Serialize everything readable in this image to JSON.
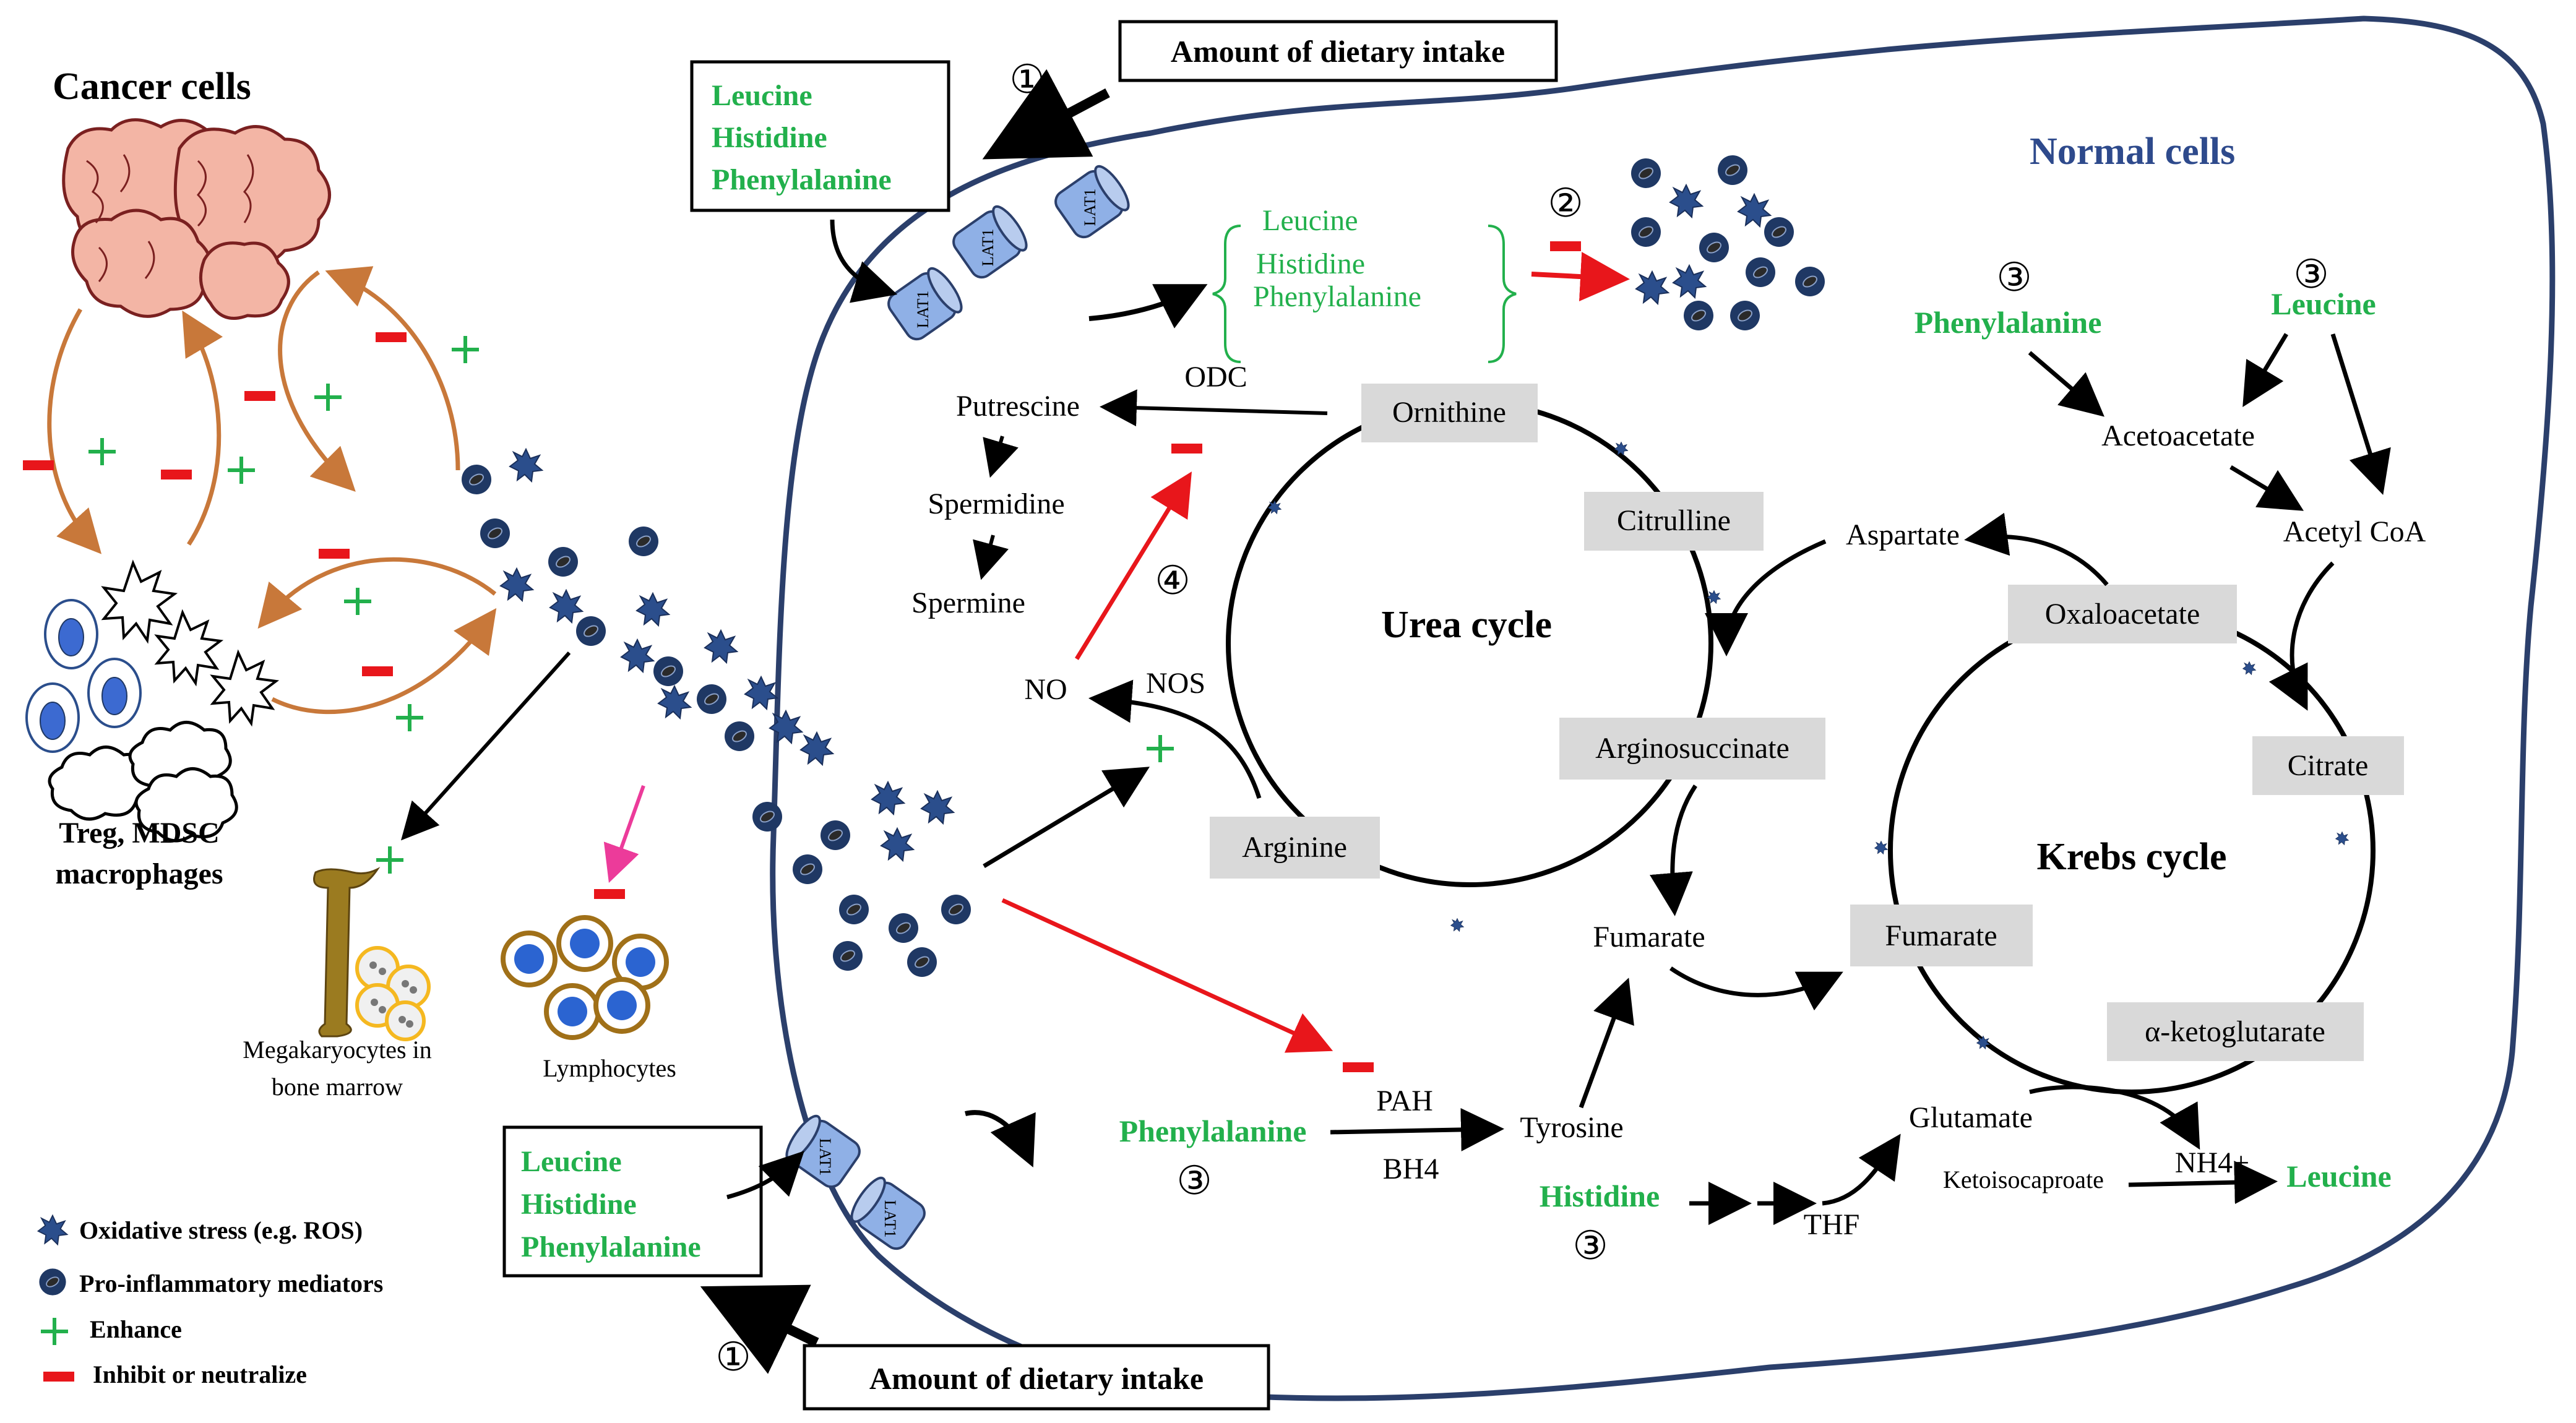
{
  "title_cancer": "Cancer cells",
  "title_normal": "Normal cells",
  "immune_label_1": "Treg, MDSC",
  "immune_label_2": "macrophages",
  "megakaryocyte_label_1": "Megakaryocytes  in",
  "megakaryocyte_label_2": "bone marrow",
  "lymphocyte_label": "Lymphocytes",
  "intake_top": "Amount  of dietary intake",
  "intake_bottom": "Amount  of dietary intake",
  "box_top": [
    "Leucine",
    "Histidine",
    "Phenylalanine"
  ],
  "box_bottom": [
    "Leucine",
    "Histidine",
    "Phenylalanine"
  ],
  "transporter_label": "LAT1",
  "intracellular_aa": [
    "Leucine",
    "Histidine",
    "Phenylalanine"
  ],
  "markers": {
    "m1": "①",
    "m2": "②",
    "m3": "③",
    "m4": "④"
  },
  "signs": {
    "plus": "+",
    "minus": "−"
  },
  "polyamine": {
    "putrescine": "Putrescine",
    "spermidine": "Spermidine",
    "spermine": "Spermine",
    "odc": "ODC"
  },
  "no": {
    "no": "NO",
    "nos": "NOS"
  },
  "urea": {
    "title": "Urea  cycle",
    "ornithine": "Ornithine",
    "citrulline": "Citrulline",
    "arginosuccinate": "Arginosuccinate",
    "arginine": "Arginine",
    "fumarate": "Fumarate",
    "aspartate": "Aspartate"
  },
  "krebs": {
    "title": "Krebs  cycle",
    "oxaloacetate": "Oxaloacetate",
    "citrate": "Citrate",
    "fumarate": "Fumarate",
    "akg": "α-ketoglutarate"
  },
  "leu_path": {
    "phenylalanine": "Phenylalanine",
    "leucine": "Leucine",
    "acetoacetate": "Acetoacetate",
    "acetylcoa": "Acetyl CoA"
  },
  "phe_path": {
    "phenylalanine": "Phenylalanine",
    "pah": "PAH",
    "bh4": "BH4",
    "tyrosine": "Tyrosine"
  },
  "his_path": {
    "histidine": "Histidine",
    "thf": "THF",
    "glutamate": "Glutamate",
    "ketoisocaproate": "Ketoisocaproate",
    "nh4": "NH4+",
    "leucine": "Leucine"
  },
  "legend": {
    "oxidative": "Oxidative stress (e.g. ROS)",
    "proinflammatory": "Pro-inflammatory  mediators",
    "enhance": "Enhance",
    "inhibit": "Inhibit  or neutralize"
  },
  "colors": {
    "green": "#22b04c",
    "red": "#e8161b",
    "navy": "#1f3864",
    "blue": "#2b4e8c",
    "orange": "#c8783a",
    "pink": "#ec3b9a",
    "gray_box": "#d9d9d9",
    "normal_title": "#2e4a8c"
  }
}
